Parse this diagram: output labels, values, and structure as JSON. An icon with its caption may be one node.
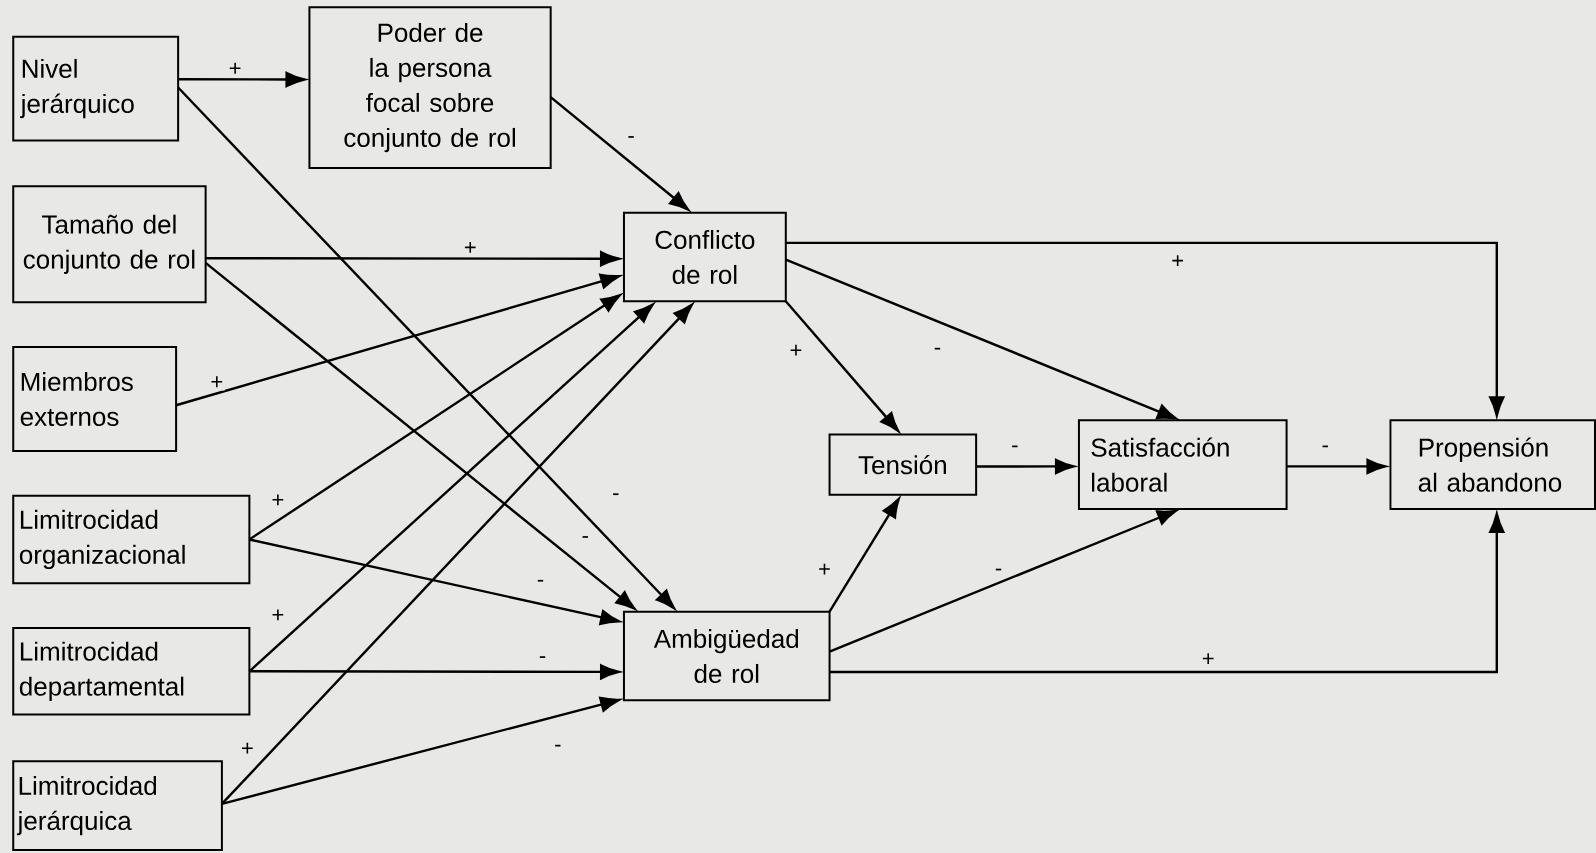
{
  "diagram": {
    "nodes": [
      {
        "text": [
          "Nivel jerárquico"
        ]
      },
      {
        "text": [
          "Poder de la persona focal sobre conjunto de rol"
        ]
      },
      {
        "text": [
          "Tamaño del conjunto de rol"
        ]
      },
      {
        "text": [
          "Miembros externos"
        ]
      },
      {
        "text": [
          "Limitrocidad organizacional"
        ]
      },
      {
        "text": [
          "Limitrocidad departamental"
        ]
      },
      {
        "text": [
          "Limitrocidad jerárquica"
        ]
      },
      {
        "text": [
          "Conflicto de rol"
        ]
      },
      {
        "text": [
          "Ambigüedad de rol"
        ]
      },
      {
        "text": [
          "Tensión"
        ]
      },
      {
        "text": [
          "Satisfacción laboral"
        ]
      },
      {
        "text": [
          "Propensión al abandono"
        ]
      }
    ],
    "edges": [
      {
        "from": 0,
        "to": 1,
        "arrow": "to",
        "label": "+"
      },
      {
        "from": 0,
        "to": 8,
        "arrow": "to",
        "label": "-"
      },
      {
        "from": 1,
        "to": 7,
        "arrow": "to",
        "label": "-"
      },
      {
        "from": 2,
        "to": 7,
        "arrow": "to",
        "label": "+"
      },
      {
        "from": 2,
        "to": 8,
        "arrow": "to",
        "label": "-"
      },
      {
        "from": 3,
        "to": 7,
        "arrow": "to",
        "label": "+"
      },
      {
        "from": 4,
        "to": 7,
        "arrow": "to",
        "label": "+"
      },
      {
        "from": 4,
        "to": 8,
        "arrow": "to",
        "label": "-"
      },
      {
        "from": 5,
        "to": 7,
        "arrow": "to",
        "label": "+"
      },
      {
        "from": 5,
        "to": 8,
        "arrow": "to",
        "label": "-"
      },
      {
        "from": 6,
        "to": 7,
        "arrow": "to",
        "label": "+"
      },
      {
        "from": 6,
        "to": 8,
        "arrow": "to",
        "label": "-"
      },
      {
        "from": 7,
        "to": 11,
        "arrow": "to",
        "label": "+"
      },
      {
        "from": 7,
        "to": 9,
        "arrow": "to",
        "label": "+"
      },
      {
        "from": 7,
        "to": 10,
        "arrow": "to",
        "label": "-"
      },
      {
        "from": 8,
        "to": 9,
        "arrow": "to",
        "label": "+"
      },
      {
        "from": 8,
        "to": 10,
        "arrow": "to",
        "label": "-"
      },
      {
        "from": 8,
        "to": 11,
        "arrow": "to",
        "label": "+"
      },
      {
        "from": 9,
        "to": 10,
        "arrow": "to",
        "label": "-"
      },
      {
        "from": 10,
        "to": 11,
        "arrow": "to",
        "label": "-"
      }
    ]
  }
}
